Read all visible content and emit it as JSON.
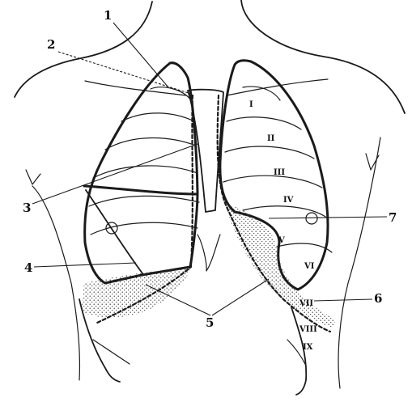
{
  "labels": {
    "l1": "1",
    "l2": "2",
    "l3": "3",
    "l4": "4",
    "l5": "5",
    "l6": "6",
    "l7": "7"
  },
  "ribs": {
    "r1": "I",
    "r2": "II",
    "r3": "III",
    "r4": "IV",
    "r5": "V",
    "r6": "VI",
    "r7": "VII",
    "r8": "VIII",
    "r9": "IX"
  },
  "colors": {
    "ink": "#1a1a1a",
    "background": "#ffffff",
    "stipple": "#333333"
  }
}
